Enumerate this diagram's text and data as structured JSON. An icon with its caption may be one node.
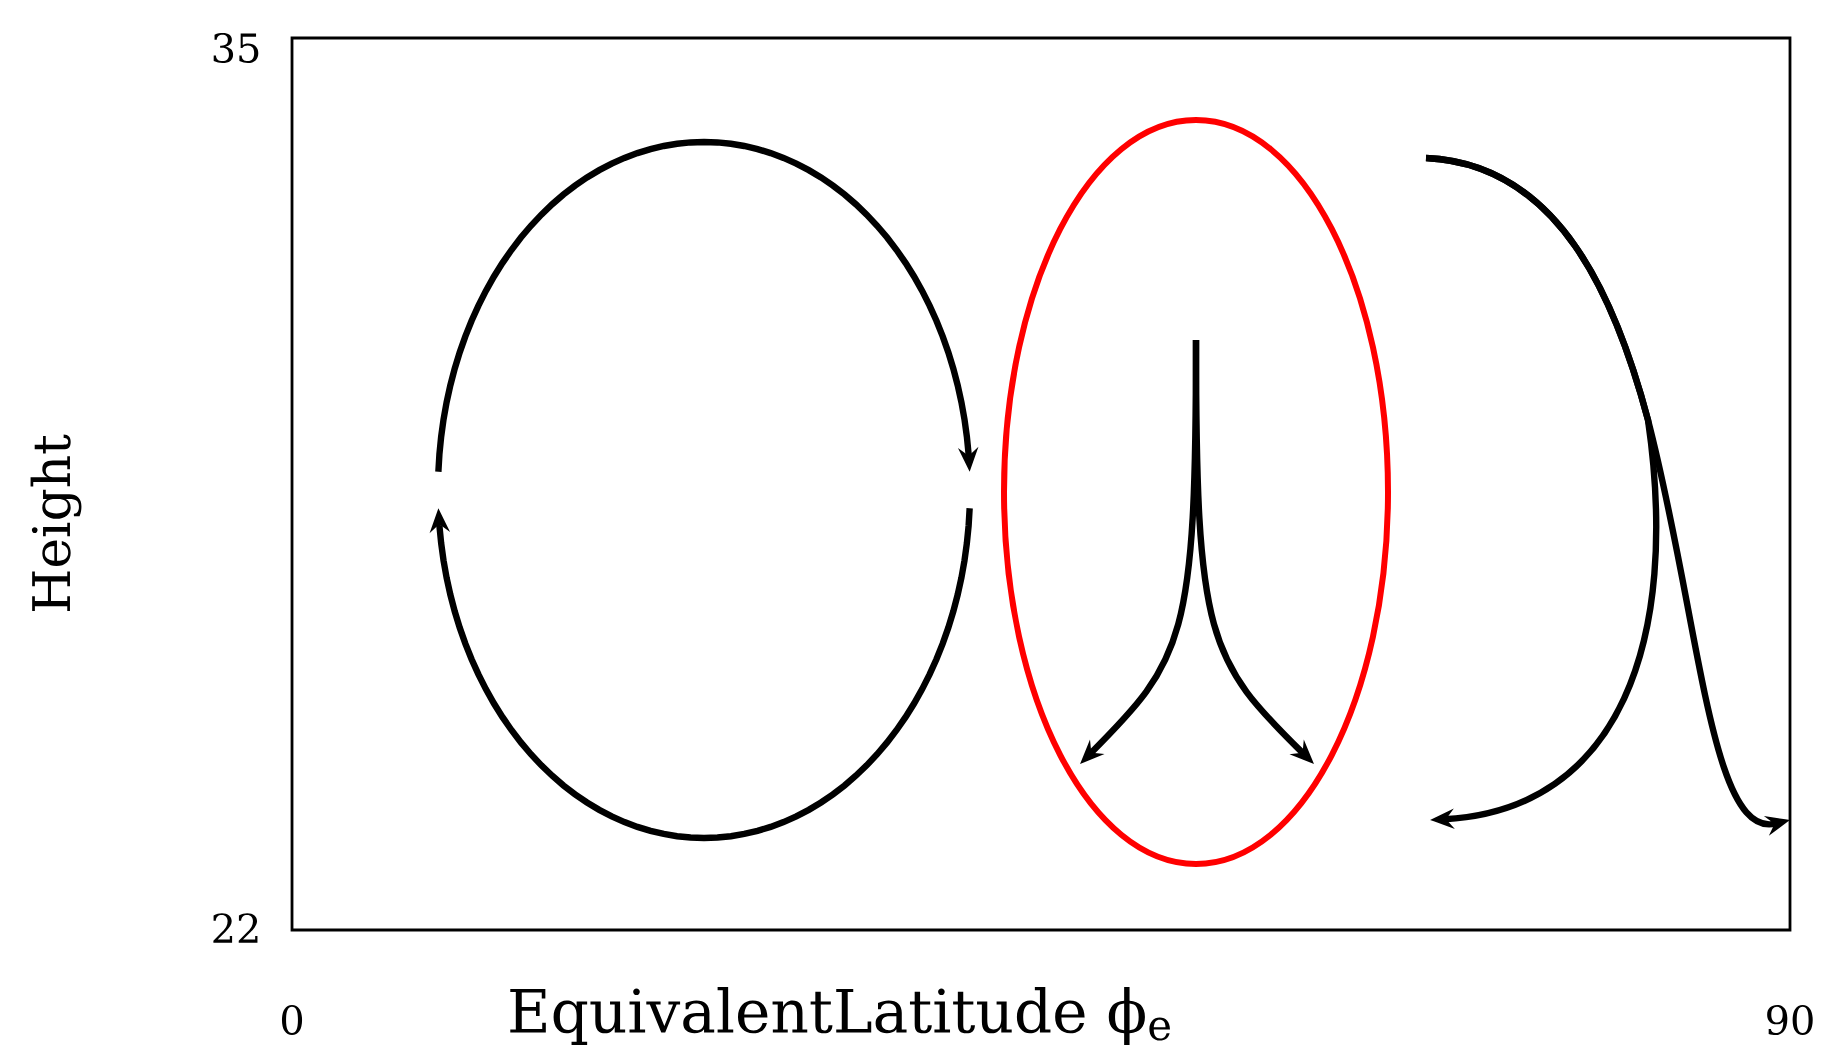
{
  "diagram": {
    "labels": [
      "35",
      "Height",
      "22",
      "0",
      "EquivalentLatitude ϕ$_{e}$",
      "90"
    ]
  }
}
